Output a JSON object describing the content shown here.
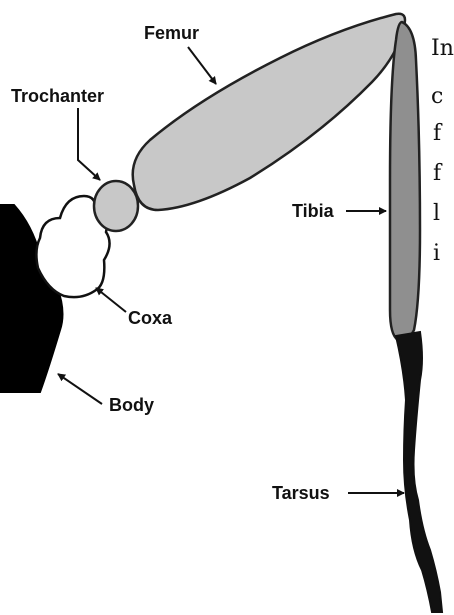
{
  "labels": {
    "femur": "Femur",
    "trochanter": "Trochanter",
    "tibia": "Tibia",
    "coxa": "Coxa",
    "body": "Body",
    "tarsus": "Tarsus"
  },
  "side_text": {
    "line1": "In",
    "line2": "c",
    "line3": "f",
    "line4": "f",
    "line5": "l",
    "line6": "i"
  },
  "colors": {
    "femur": "#c8c8c8",
    "trochanter": "#c8c8c8",
    "coxa": "#ffffff",
    "body": "#000000",
    "tibia": "#8f8f8f",
    "tarsus": "#111111"
  }
}
